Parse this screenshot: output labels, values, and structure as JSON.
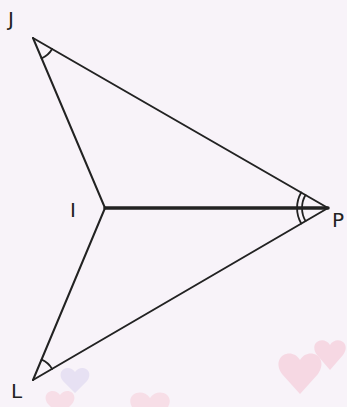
{
  "diagram": {
    "labels": [
      "J",
      "I",
      "P",
      "L"
    ]
  }
}
